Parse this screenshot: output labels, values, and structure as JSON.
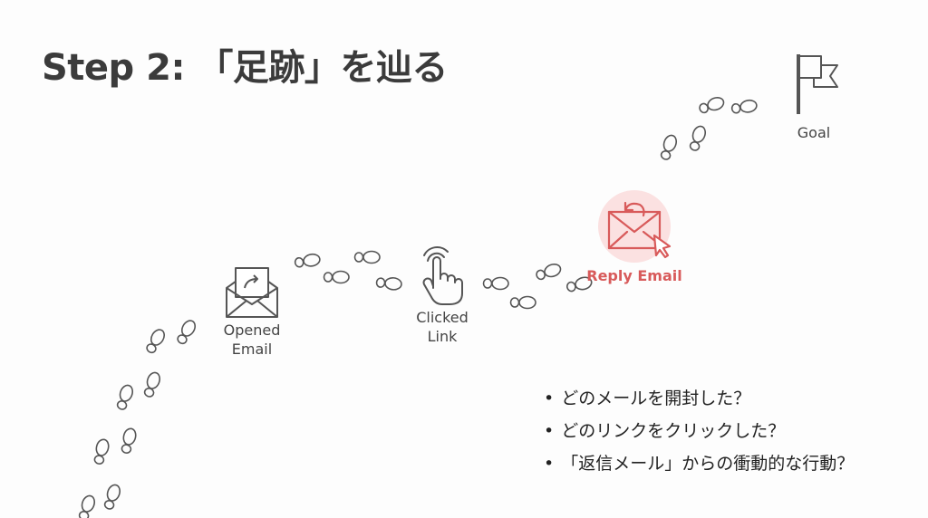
{
  "title": "Step 2: 「足跡」を辿る",
  "nodes": {
    "opened": {
      "line1": "Opened",
      "line2": "Email"
    },
    "clicked": {
      "line1": "Clicked",
      "line2": "Link"
    },
    "reply": {
      "label": "Reply Email"
    },
    "goal": {
      "label": "Goal"
    }
  },
  "bullets": [
    "どのメールを開封した？",
    "どのリンクをクリックした？",
    "「返信メール」からの衝動的な行動？"
  ],
  "colors": {
    "accent": "#d85a5a",
    "accent_bg": "#fbe1e1",
    "icon": "#555555"
  }
}
